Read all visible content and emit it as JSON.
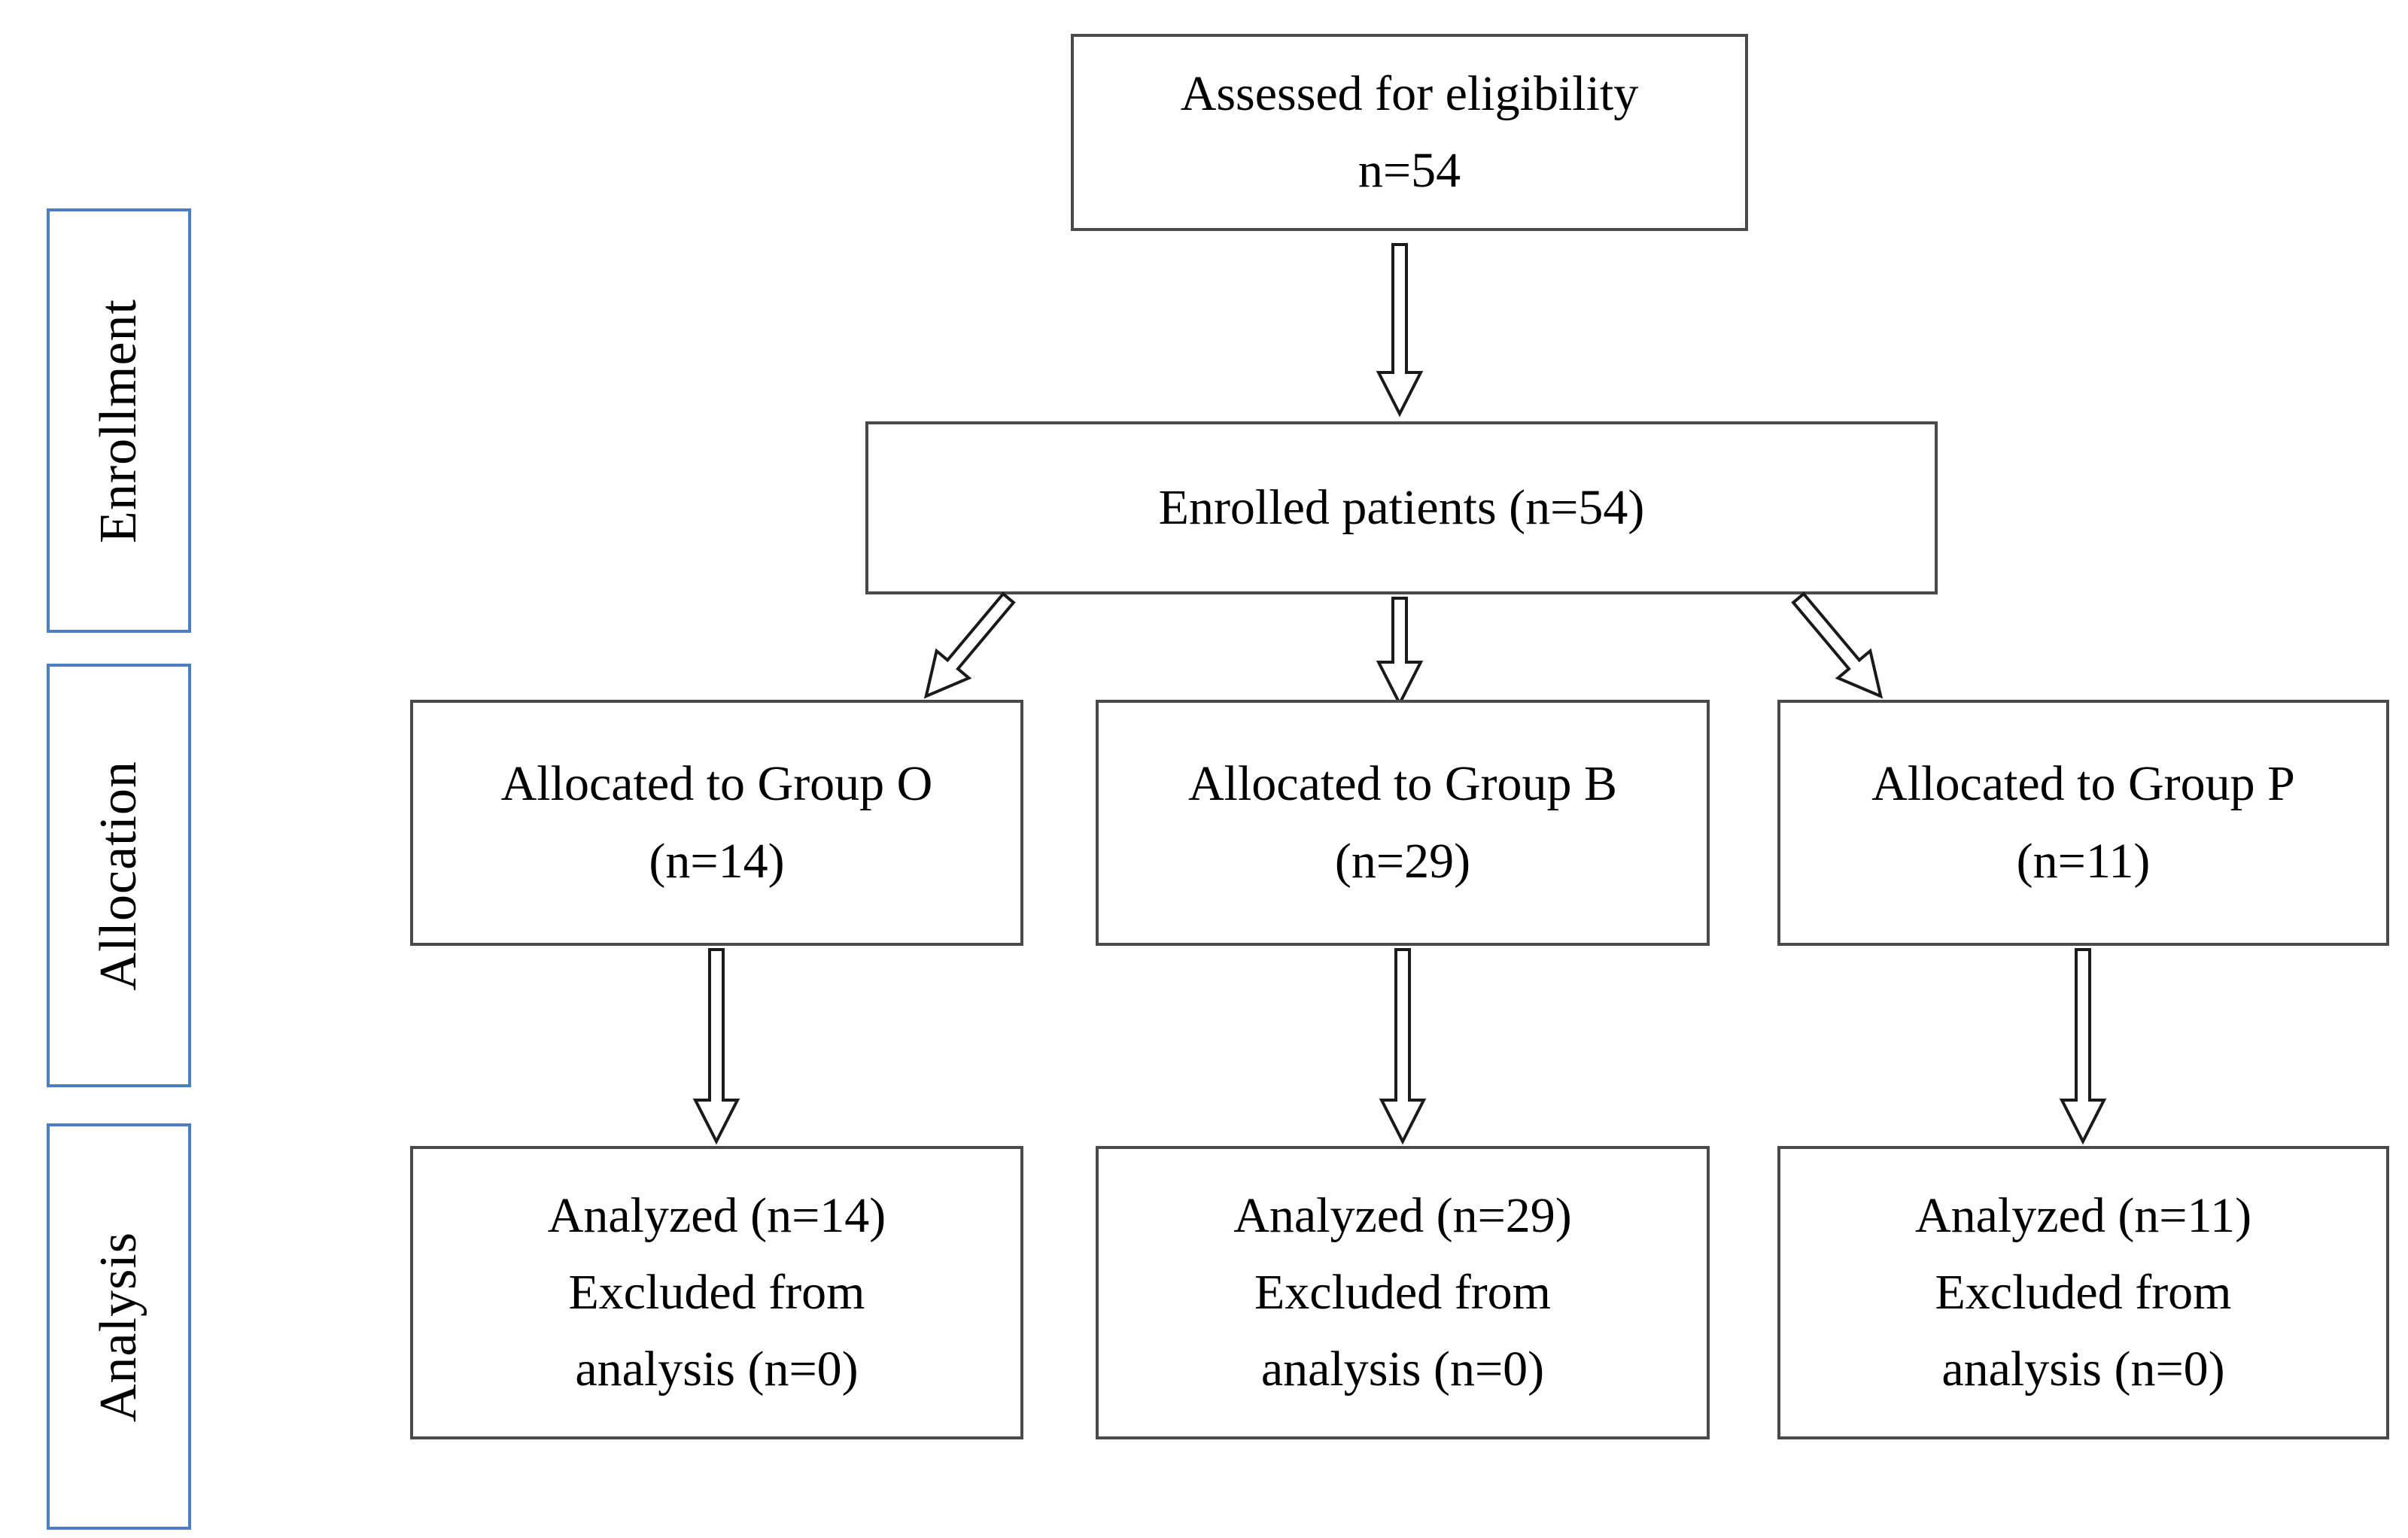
{
  "diagram": {
    "title": "CONSORT patient flow diagram",
    "stages": [
      {
        "label": "Enrollment"
      },
      {
        "label": "Allocation"
      },
      {
        "label": "Analysis"
      }
    ],
    "boxes": {
      "assessed": {
        "lines": [
          "Assessed for eligibility",
          "n=54"
        ]
      },
      "enrolled": {
        "lines": [
          "Enrolled patients (n=54)"
        ]
      },
      "alloc_o": {
        "lines": [
          "Allocated to Group O",
          "(n=14)"
        ]
      },
      "alloc_b": {
        "lines": [
          "Allocated to Group B",
          "(n=29)"
        ]
      },
      "alloc_p": {
        "lines": [
          "Allocated to Group P",
          "(n=11)"
        ]
      },
      "analysis_o": {
        "lines": [
          "Analyzed (n=14)",
          "Excluded from",
          "analysis (n=0)"
        ]
      },
      "analysis_b": {
        "lines": [
          "Analyzed (n=29)",
          "Excluded from",
          "analysis (n=0)"
        ]
      },
      "analysis_p": {
        "lines": [
          "Analyzed (n=11)",
          "Excluded from",
          "analysis (n=0)"
        ]
      }
    },
    "counts": {
      "assessed": 54,
      "enrolled": 54,
      "group_o": {
        "allocated": 14,
        "analyzed": 14,
        "excluded": 0
      },
      "group_b": {
        "allocated": 29,
        "analyzed": 29,
        "excluded": 0
      },
      "group_p": {
        "allocated": 11,
        "analyzed": 11,
        "excluded": 0
      }
    },
    "colors": {
      "stage_border": "#4a7fc1",
      "box_border": "#4a4a4a",
      "text": "#000000",
      "background": "#ffffff"
    }
  }
}
